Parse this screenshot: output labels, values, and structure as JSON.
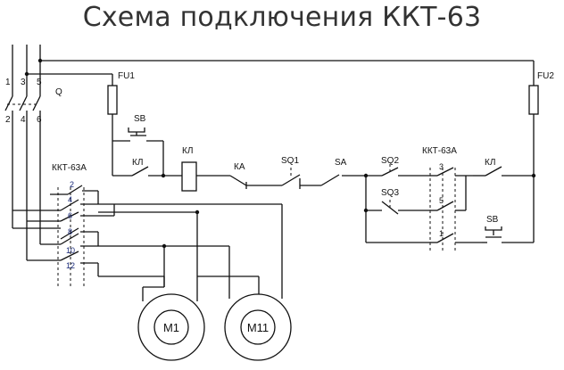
{
  "title": "Схема подключения ККТ-63",
  "labels": {
    "q_top": [
      "1",
      "3",
      "5"
    ],
    "q_bottom": [
      "2",
      "4",
      "6"
    ],
    "q": "Q",
    "fu1": "FU1",
    "fu2": "FU2",
    "sb_left": "SB",
    "kl_holding": "КЛ",
    "kl_coil": "КЛ",
    "ka": "КА",
    "sq1": "SQ1",
    "sa": "SA",
    "sq2": "SQ2",
    "sq3": "SQ3",
    "kkt_right": "ККТ-63А",
    "kl_right": "КЛ",
    "sb_right": "SB",
    "kkt_left": "ККТ-63А",
    "right_contacts": [
      "3",
      "5",
      "1"
    ],
    "left_contacts": [
      "2",
      "4",
      "6",
      "8",
      "10",
      "12"
    ]
  },
  "motors": [
    {
      "name": "M1"
    },
    {
      "name": "M11"
    }
  ],
  "colors": {
    "wire": "#111111",
    "title": "#333333",
    "contact_numbers": "#1a2a7a"
  }
}
